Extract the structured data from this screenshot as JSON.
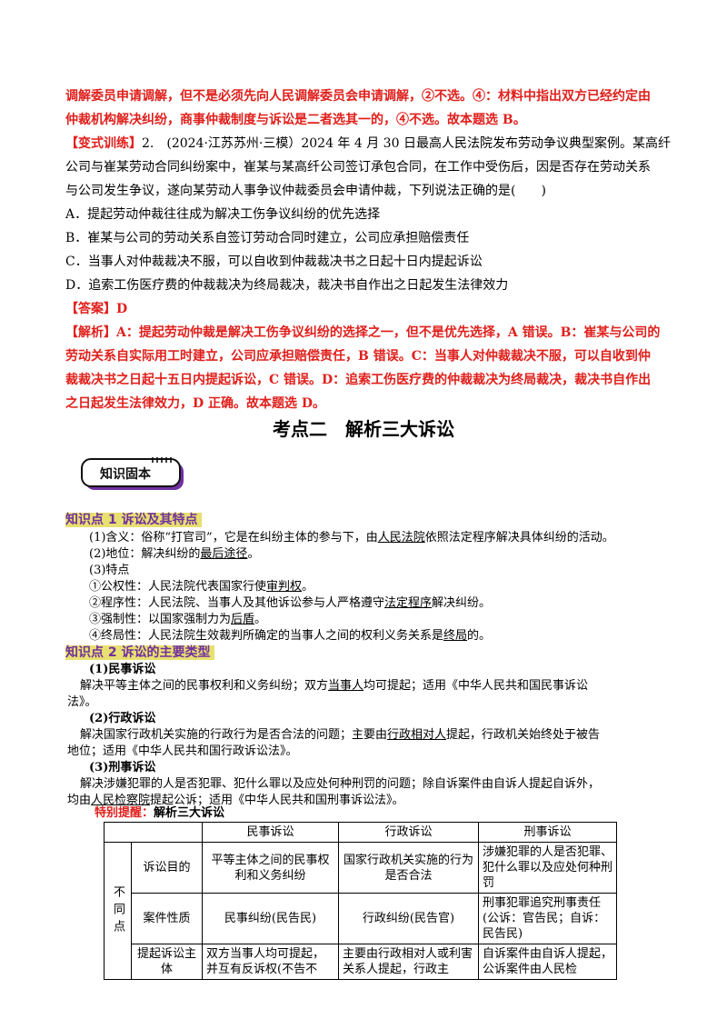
{
  "top_analysis": {
    "line1": "调解委员申请调解，但不是必须先向人民调解委员会申请调解，②不选。④：材料中指出双方已经约定由",
    "line2": "仲裁机构解决纠纷，商事仲裁制度与诉讼是二者选其一的，④不选。故本题选 B。"
  },
  "exercise": {
    "tag": "【变式训练】",
    "line1": "2.　(2024·江苏苏州·三模）2024 年 4 月 30 日最高人民法院发布劳动争议典型案例。某高纤",
    "line2": "公司与崔某劳动合同纠纷案中，崔某与某高纤公司签订承包合同，在工作中受伤后，因是否存在劳动关系",
    "line3": "与公司发生争议，遂向某劳动人事争议仲裁委员会申请仲裁，下列说法正确的是(　　)",
    "options": [
      "A．提起劳动仲裁往往成为解决工伤争议纠纷的优先选择",
      "B．崔某与公司的劳动关系自签订劳动合同时建立，公司应承担赔偿责任",
      "C．当事人对仲裁裁决不服，可以自收到仲裁裁决书之日起十日内提起诉讼",
      "D．追索工伤医疗费的仲裁裁决为终局裁决，裁决书自作出之日起发生法律效力"
    ],
    "answer": "【答案】D",
    "analysis": [
      "【解析】A：提起劳动仲裁是解决工伤争议纠纷的选择之一，但不是优先选择，A 错误。B：崔某与公司的",
      "劳动关系自实际用工时建立，公司应承担赔偿责任，B 错误。C：当事人对仲裁裁决不服，可以自收到仲",
      "裁裁决书之日起十五日内提起诉讼，C 错误。D：追索工伤医疗费的仲裁裁决为终局裁决，裁决书自作出",
      "之日起发生法律效力，D 正确。故本题选 D。"
    ]
  },
  "section_title": "考点二　解析三大诉讼",
  "badge_text": "知识固本",
  "kp1": {
    "title": "知识点 1  诉讼及其特点",
    "meaning_prefix": "(1)含义：俗称“打官司”，它是在纠纷主体的参与下，由",
    "meaning_u": "人民法院",
    "meaning_suffix": "依照法定程序解决具体纠纷的活动。",
    "status_prefix": "(2)地位：解决纠纷的",
    "status_u": "最后途径",
    "status_suffix": "。",
    "features_head": "(3)特点",
    "f1_prefix": "①公权性：人民法院代表国家行使",
    "f1_u": "审判权",
    "f1_suffix": "。",
    "f2_prefix": "②程序性：人民法院、当事人及其他诉讼参与人严格遵守",
    "f2_u": "法定程序",
    "f2_suffix": "解决纠纷。",
    "f3_prefix": "③强制性：以国家强制力为",
    "f3_u": "后盾",
    "f3_suffix": "。",
    "f4_prefix": "④终局性：人民法院生效裁判所确定的当事人之间的权利义务关系是",
    "f4_u": "终局",
    "f4_suffix": "的。"
  },
  "kp2": {
    "title": "知识点 2  诉讼的主要类型",
    "civil_head": "(1)民事诉讼",
    "civil_l1_prefix": "解决平等主体之间的民事权利和义务纠纷；双方",
    "civil_l1_u": "当事人",
    "civil_l1_suffix": "均可提起；适用《中华人民共和国民事诉讼",
    "civil_l2": "法》。",
    "admin_head": "(2)行政诉讼",
    "admin_l1_prefix": "解决国家行政机关实施的行政行为是否合法的问题；主要由",
    "admin_l1_u": "行政相对人",
    "admin_l1_suffix": "提起，行政机关始终处于被告",
    "admin_l2": "地位；适用《中华人民共和国行政诉讼法》。",
    "crim_head": "(3)刑事诉讼",
    "crim_l1": "解决涉嫌犯罪的人是否犯罪、犯什么罪以及应处何种刑罚的问题；除自诉案件由自诉人提起自诉外，",
    "crim_l2_prefix": "均由",
    "crim_l2_u": "人民检察院",
    "crim_l2_suffix": "提起公诉；适用《中华人民共和国刑事诉讼法》。"
  },
  "note": {
    "label": "特别提醒：",
    "text": "解析三大诉讼"
  },
  "table": {
    "headers": [
      "民事诉讼",
      "行政诉讼",
      "刑事诉讼"
    ],
    "group_label": "不同点",
    "rows": [
      {
        "label": "诉讼目的",
        "civil": "平等主体之间的民事权利和义务纠纷",
        "admin": "国家行政机关实施的行为是否合法",
        "crim": "涉嫌犯罪的人是否犯罪、犯什么罪以及应处何种刑罚"
      },
      {
        "label": "案件性质",
        "civil": "民事纠纷(民告民)",
        "admin": "行政纠纷(民告官)",
        "crim": "刑事犯罪追究刑事责任(公诉：官告民；自诉：民告民)"
      },
      {
        "label": "提起诉讼主体",
        "civil": "双方当事人均可提起，并互有反诉权(不告不",
        "admin": "主要由行政相对人或利害关系人提起，行政主",
        "crim": "自诉案件由自诉人提起，公诉案件由人民检"
      }
    ]
  },
  "colors": {
    "red": "#e0201c",
    "purple": "#7030a0",
    "highlight": "#e8e070"
  }
}
